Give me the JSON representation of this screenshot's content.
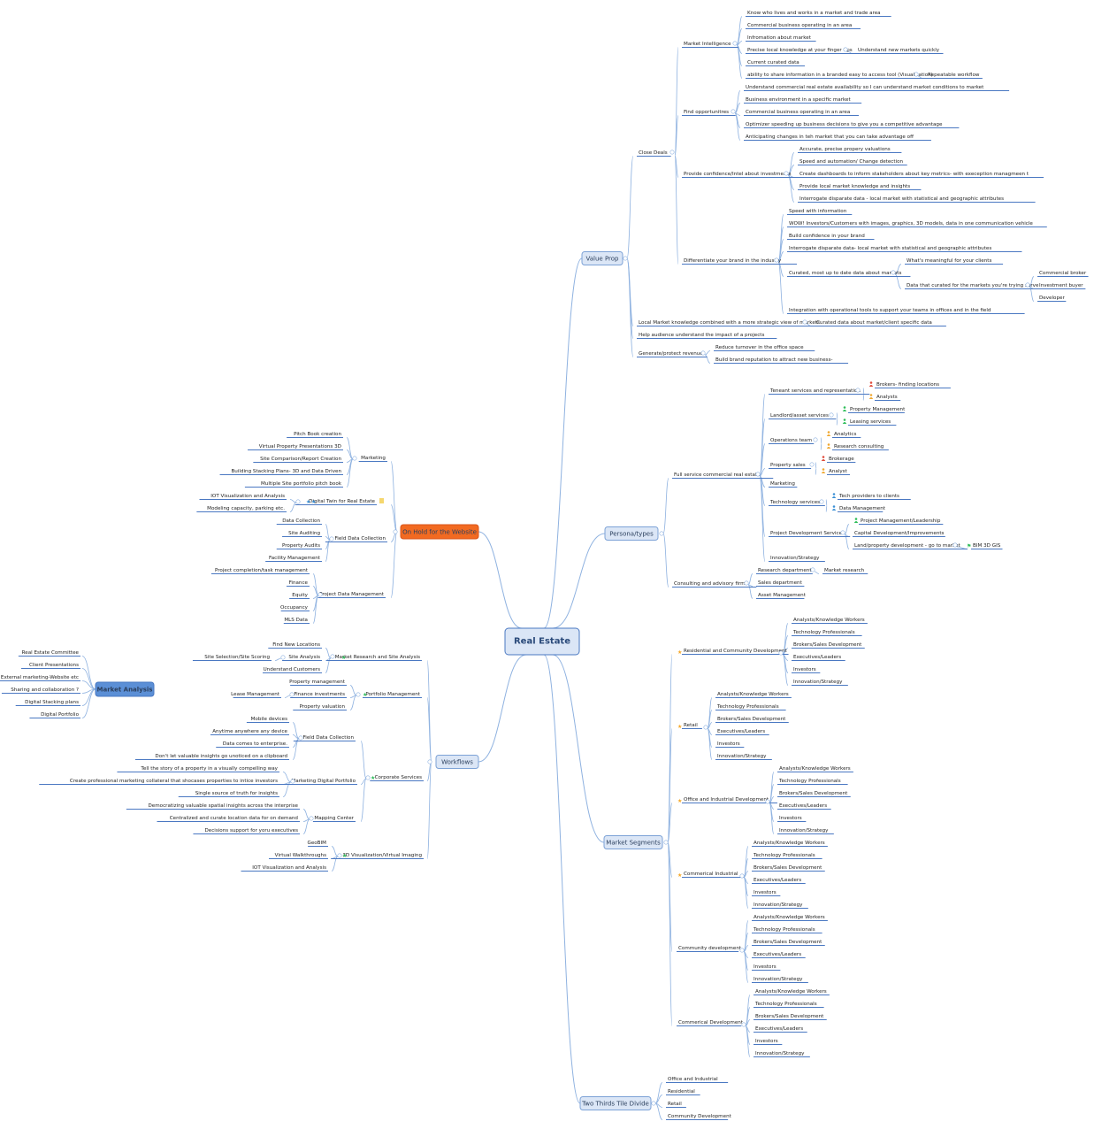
{
  "root": "Real Estate",
  "value_prop": {
    "title": "Value Prop",
    "close_deals": "Close Deals",
    "market_intelligence": {
      "label": "Market Intelligence",
      "items": [
        "Know who lives and works in a market and trade area",
        "Commercial business operating in an area",
        "Infromation about market",
        "Precise local knowledge at your finger tips",
        "Current curated data",
        "ability to share information in a branded easy to access tool (Visualization)"
      ],
      "understand_new": "Understand new markets quickly",
      "repeatable": "Repeatable workflow"
    },
    "find_opportunities": {
      "label": "Find opportunitres",
      "items": [
        "Understand commercial real estate availability so I can understand market conditions to market",
        "Business environment in a specific market",
        "Commercial business operating in an area",
        "Optimizer speeding up business decisions to give you a competitive advantage",
        "Anticipating changes in teh market that you can take advantage off"
      ]
    },
    "provide_confidence": {
      "label": "Provide confidence/Intel about investments",
      "items": [
        "Accurate, precise propery valuations",
        "Speed and automation/ Change detection",
        "Create dashboards to inform stakeholders about key metrics- with exeception managmeen t",
        "Provide local market knowledge and insights",
        "Interrogate disparate data - local market with statistical and geographic attributes"
      ]
    },
    "differentiate": {
      "label": "Differentiate your brand in the industry",
      "items": [
        "Speed with information",
        "WOW! Investors/Customers with images, graphics, 3D models, data in one communication vehicle",
        "Build confidence in your brand",
        "Interrogate disparate data- local market with statistical and geographic attributes"
      ],
      "curated": "Curated, most up to date data about markets",
      "meaningful": "What's meaningful for your clients",
      "data_curated": "Data that curated for the markets you're trying serve",
      "audiences": [
        "Commercial broker",
        "Investment buyer",
        "Developer"
      ],
      "integration": "Integration with operational tools to support your teams in offices and in the field"
    },
    "local_market": "Local Market knowledge combined with a more strategic view of markets",
    "curated_client": "Curated data about market/client specific data",
    "help_audience": "Help audience understand the impact of a projects",
    "generate": {
      "label": "Generate/protect revenue",
      "items": [
        "Reduce turnover in the office space",
        "Build brand reputation to attract new business-"
      ]
    }
  },
  "persona": {
    "title": "Persona/types",
    "full_service": "Full service commercial real estate",
    "tenant": {
      "label": "Teneant services and representation",
      "items": [
        "Brokers- finding locations",
        "Analysts"
      ]
    },
    "landlord": {
      "label": "Landlord/asset services",
      "items": [
        "Property Management",
        "Leasing services"
      ]
    },
    "operations": {
      "label": "Operations team",
      "items": [
        "Analytics",
        "Research consulting"
      ]
    },
    "property_sales": {
      "label": "Property sales",
      "items": [
        "Brokerage",
        "Analyst"
      ]
    },
    "marketing": "Marketing",
    "technology": {
      "label": "Technology services",
      "items": [
        "Tech providers to clients",
        "Data Management"
      ]
    },
    "project_dev": {
      "label": "Project Development Services",
      "items": [
        "Project Management/Leadership",
        "Capital Development/Improvements",
        "Land/property development - go to market"
      ],
      "bim": "BIM 3D GIS"
    },
    "innovation": "Innovation/Strategy",
    "consulting": {
      "label": "Consulting and advisory firms",
      "items": [
        "Research department",
        "Sales department",
        "Asset Management"
      ],
      "market_research": "Market research"
    }
  },
  "segments": {
    "title": "Market Segments",
    "groups": [
      {
        "label": "Residential and Community Development",
        "items": [
          "Analysts/Knowledge Workers",
          "Technology Professionals",
          "Brokers/Sales Development",
          "Executives/Leaders",
          "Investors",
          "Innovation/Strategy"
        ]
      },
      {
        "label": "Retail",
        "items": [
          "Analysts/Knowledge Workers",
          "Technology Professionals",
          "Brokers/Sales Development",
          "Executives/Leaders",
          "Investors",
          "Innovation/Strategy"
        ]
      },
      {
        "label": "Office and Industrial Development",
        "items": [
          "Analysts/Knowledge Workers",
          "Technology Professionals",
          "Brokers/Sales Development",
          "Executives/Leaders",
          "Investors",
          "Innovation/Strategy"
        ]
      },
      {
        "label": "Commerical Industrial",
        "items": [
          "Analysts/Knowledge Workers",
          "Technology Professionals",
          "Brokers/Sales Development",
          "Executives/Leaders",
          "Investors",
          "Innovation/Strategy"
        ]
      },
      {
        "label": "Community development",
        "items": [
          "Analysts/Knowledge Workers",
          "Technology Professionals",
          "Brokers/Sales Development",
          "Executives/Leaders",
          "Investors",
          "Innovation/Strategy"
        ]
      },
      {
        "label": "Commerical Development",
        "items": [
          "Analysts/Knowledge Workers",
          "Technology Professionals",
          "Brokers/Sales Development",
          "Executives/Leaders",
          "Investors",
          "Innovation/Strategy"
        ]
      }
    ]
  },
  "two_thirds": {
    "title": "Two Thirds Tile Divide",
    "items": [
      "Office and Industrial",
      "Residential",
      "Retail",
      "Community Development"
    ]
  },
  "on_hold": {
    "title": "On Hold for the Website",
    "marketing": {
      "label": "Marketing",
      "items": [
        "Pitch Book creation",
        "Virtual Property Presentations 3D",
        "Site Comparison/Report Creation",
        "Building Stacking Plans- 3D and Data Driven",
        "Multiple Site portfolio pitch book"
      ]
    },
    "digital_twin": {
      "label": "Digital Twin for Real Estate",
      "items": [
        "IOT Visualization and Analysis",
        "Modeling capacity, parking etc."
      ]
    },
    "field_data": {
      "label": "Field Data Collection",
      "items": [
        "Data Collection",
        "Site Auditing",
        "Property Audits",
        "Facility Management"
      ]
    },
    "project_data": {
      "label": "Project Data Management",
      "items": [
        "Project completion/task management",
        "Finance",
        "Equity",
        "Occupancy",
        "MLS Data"
      ]
    }
  },
  "workflows": {
    "title": "Workflows",
    "market_research": {
      "label": "Market Research and Site Analysis",
      "items": [
        "Find New Locations",
        "Site Analysis",
        "Understand Customers"
      ],
      "site_selection": "Site Selection/Site Scoring"
    },
    "portfolio": {
      "label": "Portfolio Management",
      "items": [
        "Property management",
        "Finance investments",
        "Property valuation"
      ],
      "lease": "Lease Management"
    },
    "corporate": "Corporate Services",
    "field_data": {
      "label": "Field Data Collection",
      "items": [
        "Mobile devices",
        "Anytime anywhere any device",
        "Data comes to enterprise.",
        "Don't let valuable insights go unoticed on a clipboard"
      ]
    },
    "marketing_portfolio": {
      "label": "Marketing Digital Portfolio",
      "items": [
        "Tell the story of a property in a visually compelling way",
        "Create professional marketing collateral that shocases properties to intice investors",
        "Single source of truth for insights"
      ]
    },
    "mapping": {
      "label": "Mapping Center",
      "items": [
        "Democratizing valuable spatial insights across the interprise",
        "Centralized and curate location data for on demand",
        "Decisions support for yoru executives"
      ]
    },
    "viz3d": {
      "label": "3D Visualization/Virtual Imaging",
      "items": [
        "GeoBIM",
        "Virtual Walkthroughs",
        "IOT Visualization and Analysis"
      ]
    }
  },
  "market_analysis": {
    "title": "Market Analysis",
    "items": [
      "Real Estate Committee",
      "Client Presentations",
      "External marketing-Website etc",
      "Sharing and collaboration ?",
      "Digital Stacking plans",
      "Digital Portfolio"
    ]
  },
  "colors": {
    "accent": "#4a78c2",
    "branch": "#8fb2e0",
    "on_hold": "#f26a21",
    "market_analysis": "#5b8fd6",
    "star": "#f5a623",
    "star_green": "#2ebd59"
  }
}
